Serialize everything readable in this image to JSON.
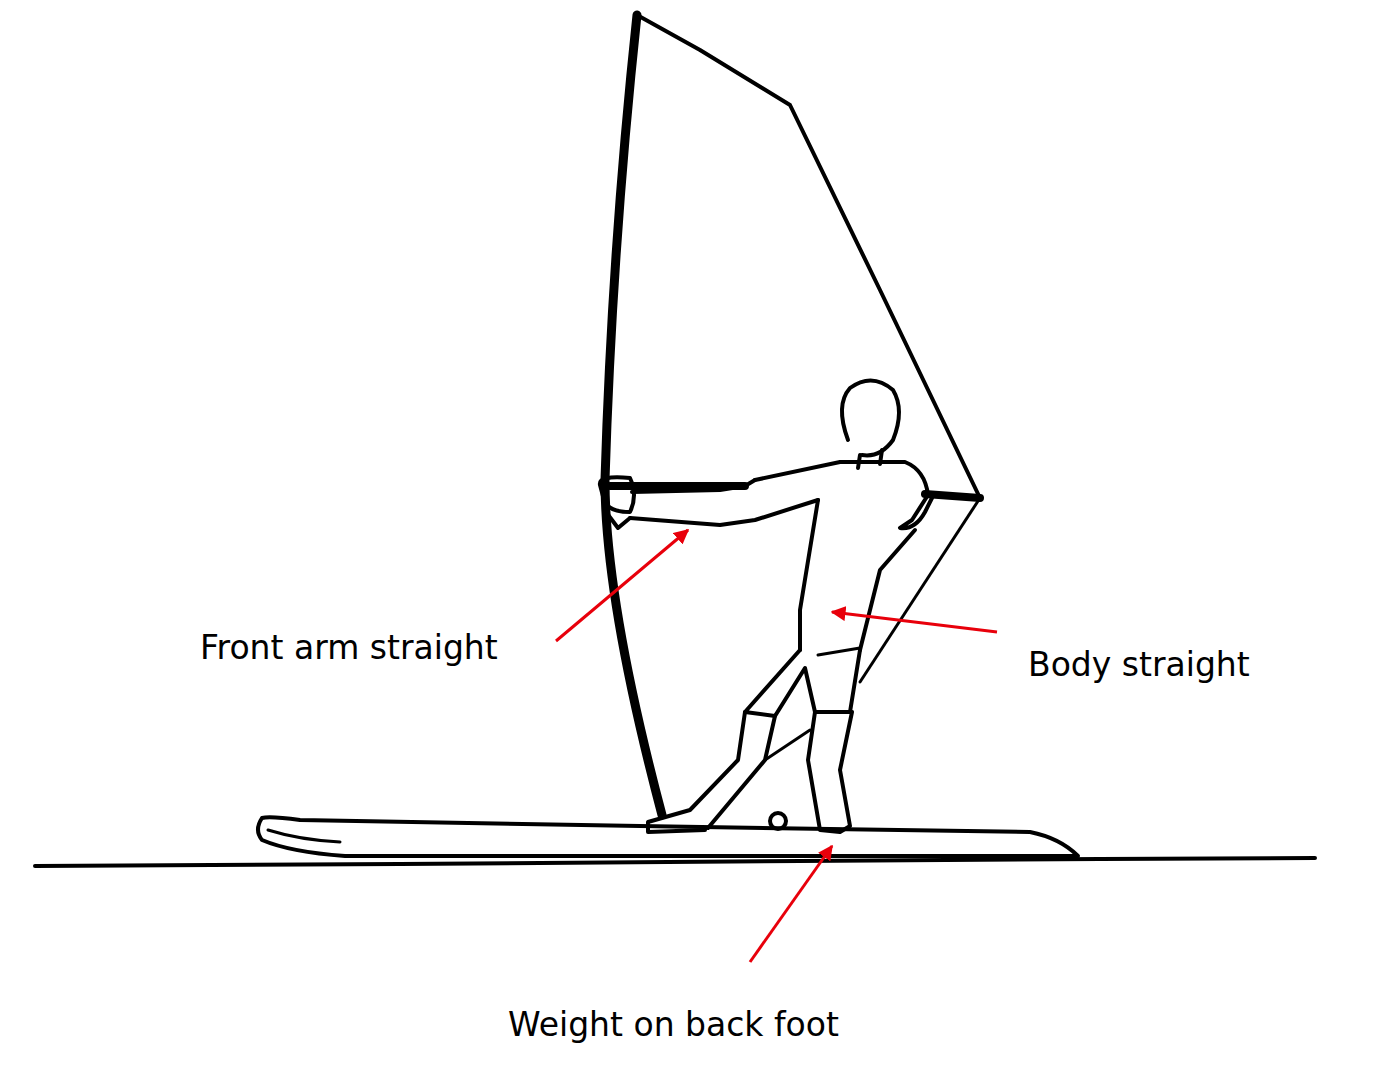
{
  "diagram": {
    "labels": [
      "Front arm straight",
      "Body straight",
      "Weight on back foot"
    ]
  }
}
